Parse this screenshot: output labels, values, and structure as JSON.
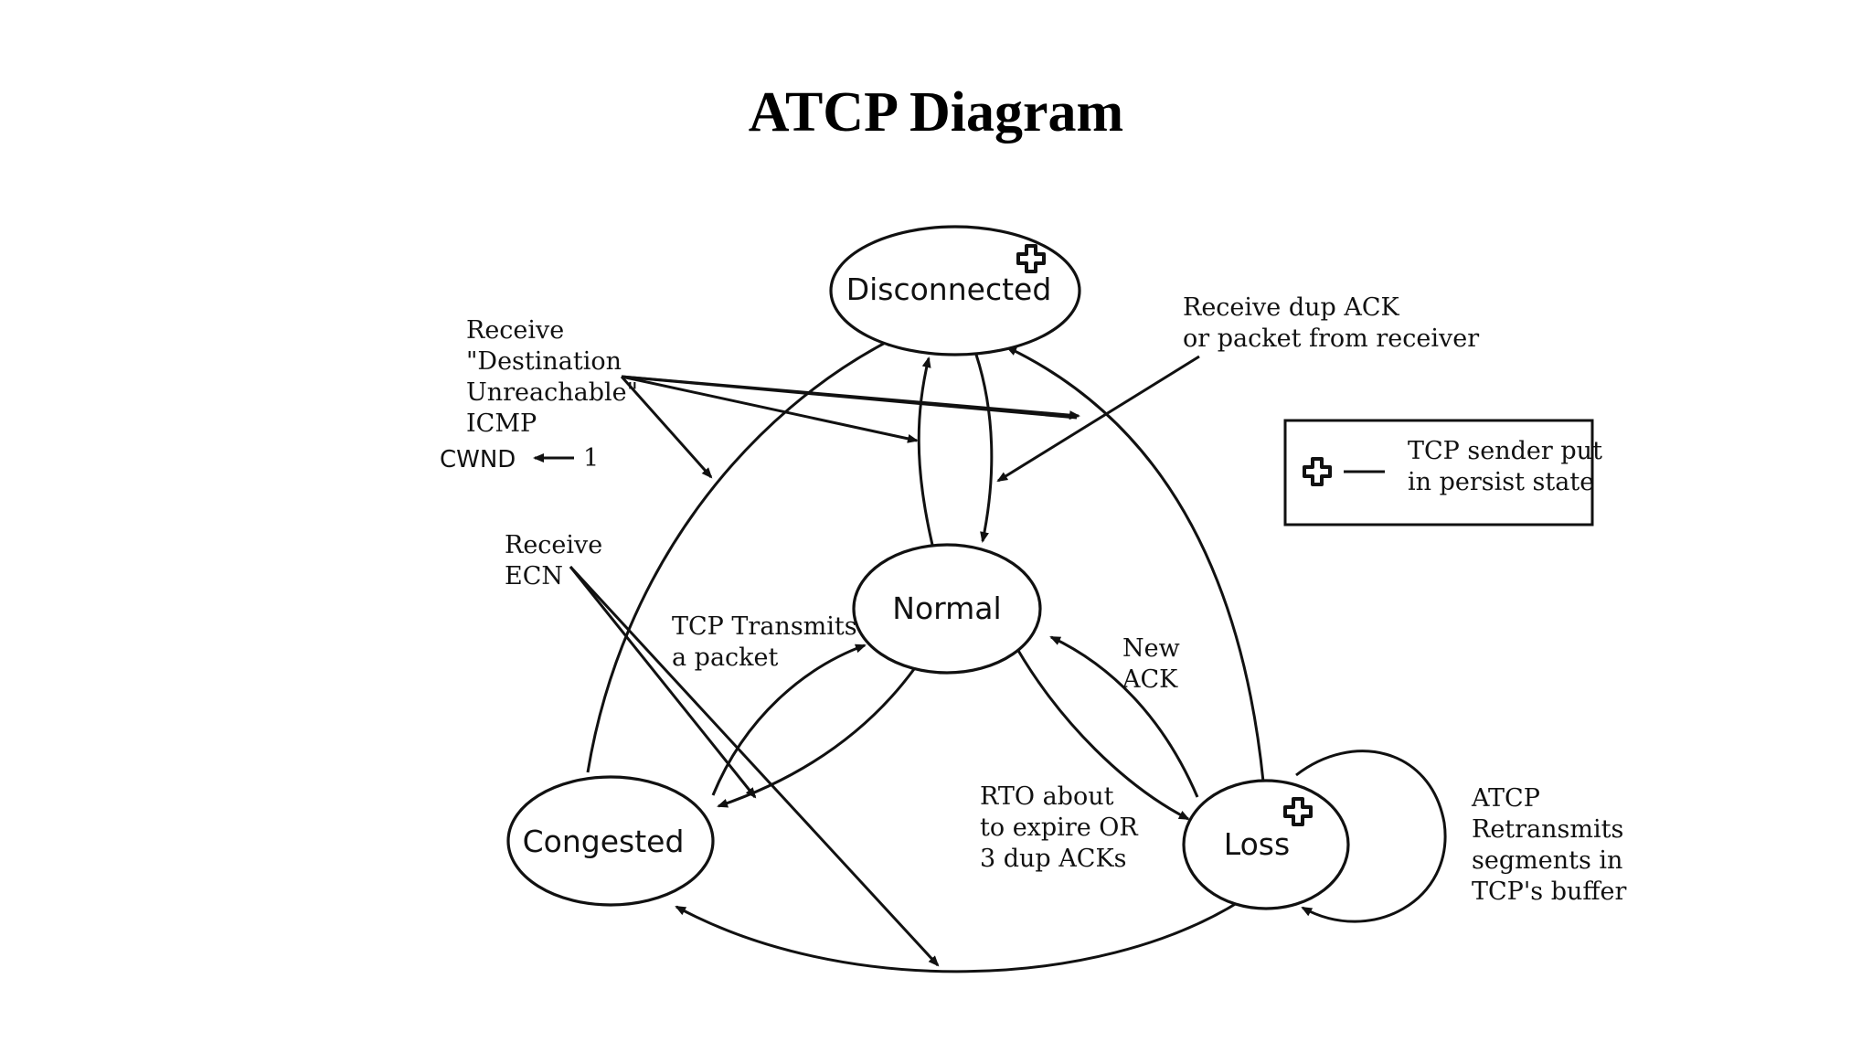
{
  "title": "ATCP Diagram",
  "states": {
    "disconnected": "Disconnected",
    "normal": "Normal",
    "congested": "Congested",
    "loss": "Loss"
  },
  "annotations": {
    "dest_unreachable": [
      "Receive",
      "\"Destination",
      "Unreachable\"",
      "ICMP"
    ],
    "cwnd": "CWND",
    "cwnd_value": "1",
    "receive_ecn": [
      "Receive",
      "ECN"
    ],
    "receive_dup_ack": [
      "Receive dup ACK",
      "or packet from receiver"
    ],
    "tcp_transmits": [
      "TCP Transmits",
      "a packet"
    ],
    "new_ack": [
      "New",
      "ACK"
    ],
    "rto": [
      "RTO about",
      "to expire OR",
      "3 dup ACKs"
    ],
    "atcp_retransmits": [
      "ATCP",
      "Retransmits",
      "segments in",
      "TCP's buffer"
    ]
  },
  "legend": {
    "icon": "plus-icon",
    "text": [
      "TCP sender put",
      "in persist state"
    ]
  }
}
